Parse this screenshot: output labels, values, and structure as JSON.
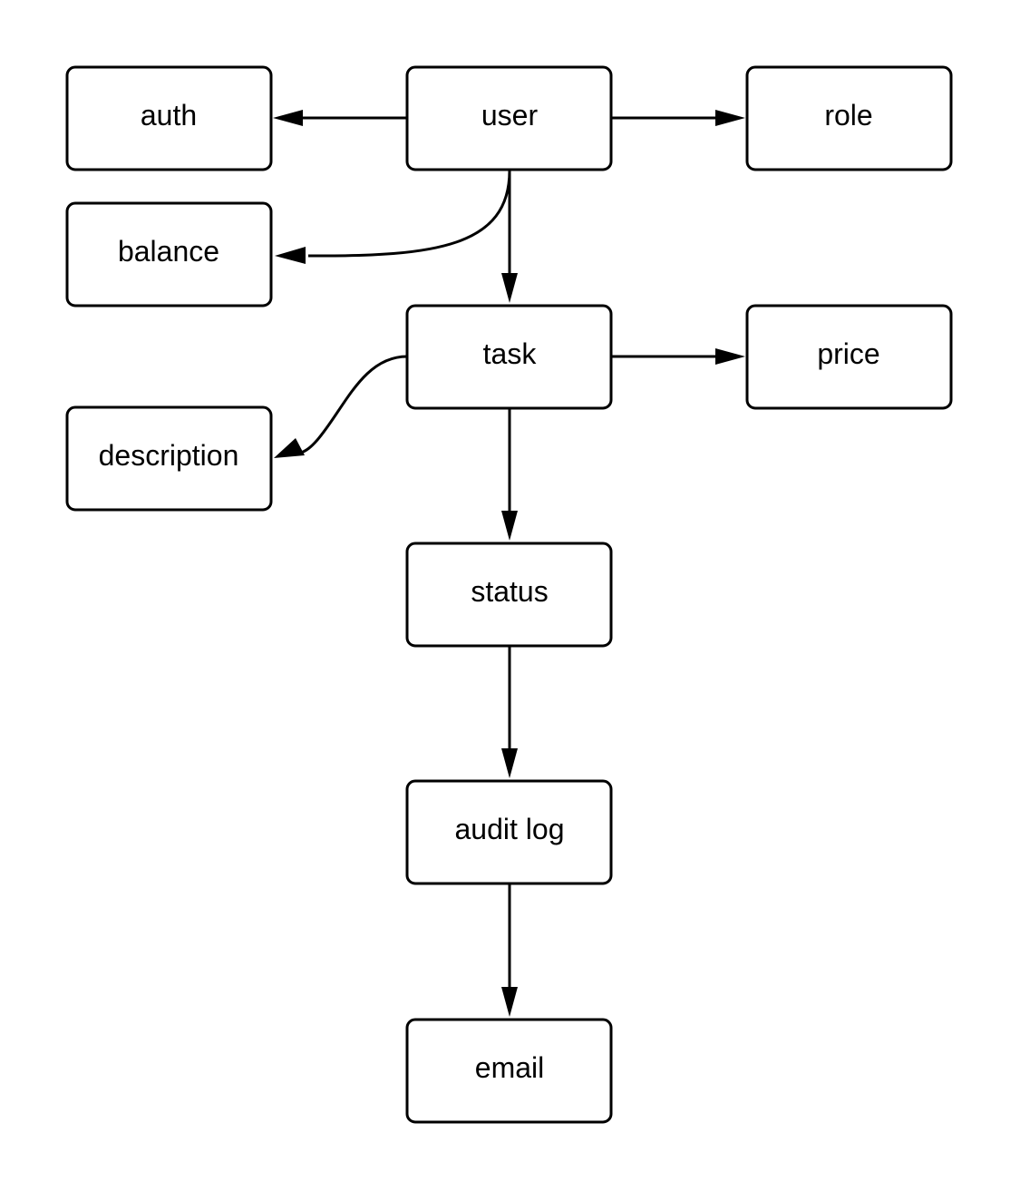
{
  "nodes": {
    "auth": "auth",
    "user": "user",
    "role": "role",
    "balance": "balance",
    "task": "task",
    "price": "price",
    "description": "description",
    "status": "status",
    "audit_log": "audit log",
    "email": "email"
  },
  "edges": [
    {
      "from": "user",
      "to": "auth"
    },
    {
      "from": "user",
      "to": "role"
    },
    {
      "from": "user",
      "to": "balance"
    },
    {
      "from": "user",
      "to": "task"
    },
    {
      "from": "task",
      "to": "price"
    },
    {
      "from": "task",
      "to": "description"
    },
    {
      "from": "task",
      "to": "status"
    },
    {
      "from": "status",
      "to": "audit log"
    },
    {
      "from": "audit log",
      "to": "email"
    }
  ],
  "colors": {
    "stroke": "#000000",
    "background": "#ffffff"
  }
}
